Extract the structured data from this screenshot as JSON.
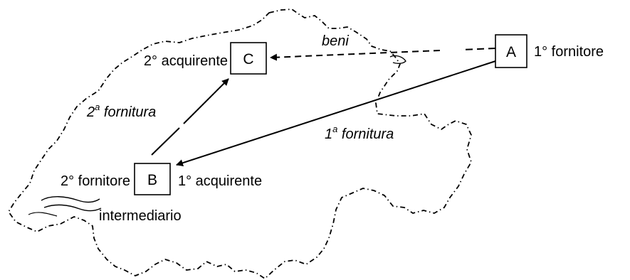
{
  "diagram": {
    "nodes": {
      "a": {
        "letter": "A",
        "label": "1° fornitore"
      },
      "b": {
        "letter": "B",
        "label_left": "2° fornitore",
        "label_right": "1° acquirente",
        "label_below": "intermediario"
      },
      "c": {
        "letter": "C",
        "label": "2° acquirente"
      }
    },
    "edges": {
      "goods": {
        "label": "beni",
        "style": "dashed"
      },
      "first_supply": {
        "number": "1",
        "sup": "a",
        "text": " fornitura"
      },
      "second_supply": {
        "number": "2",
        "sup": "a",
        "text": " fornitura"
      }
    },
    "colors": {
      "line": "#000000",
      "background": "#ffffff"
    }
  }
}
